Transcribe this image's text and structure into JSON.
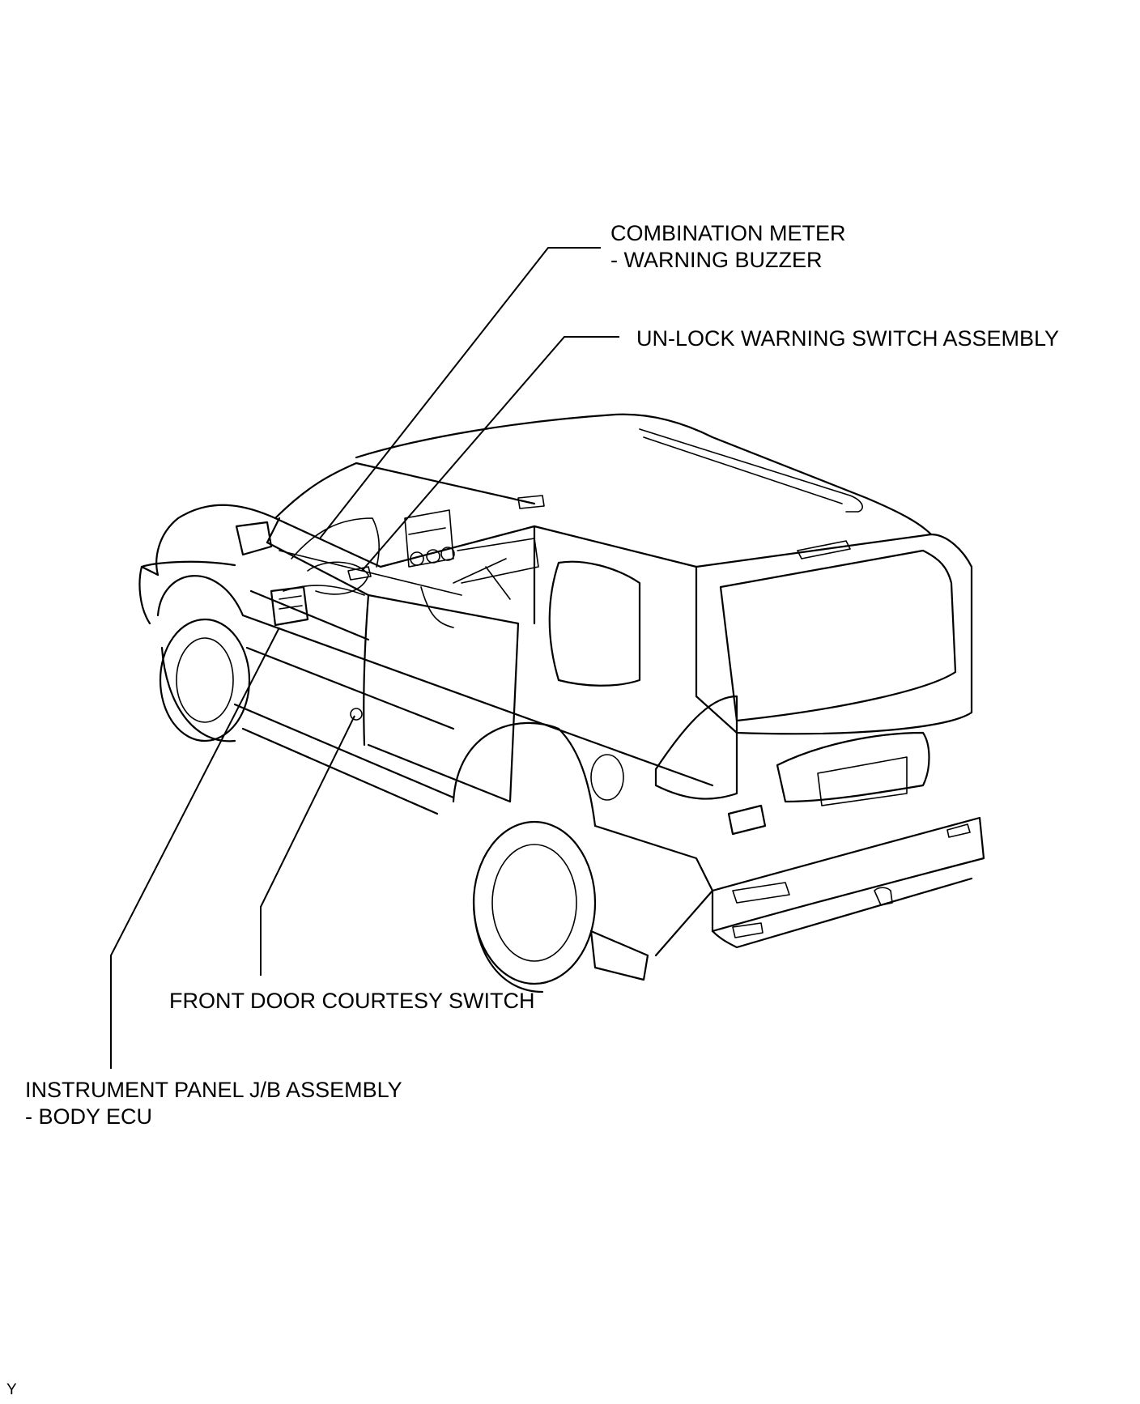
{
  "labels": {
    "combination_meter": {
      "line1": "COMBINATION METER",
      "line2": "- WARNING BUZZER"
    },
    "unlock_warning_switch": "UN-LOCK WARNING SWITCH ASSEMBLY",
    "front_door_courtesy_switch": "FRONT DOOR COURTESY SWITCH",
    "instrument_panel_jb": {
      "line1": "INSTRUMENT PANEL J/B ASSEMBLY",
      "line2": "- BODY ECU"
    }
  },
  "figure_code": "Y",
  "colors": {
    "line": "#000000",
    "background": "#ffffff"
  }
}
